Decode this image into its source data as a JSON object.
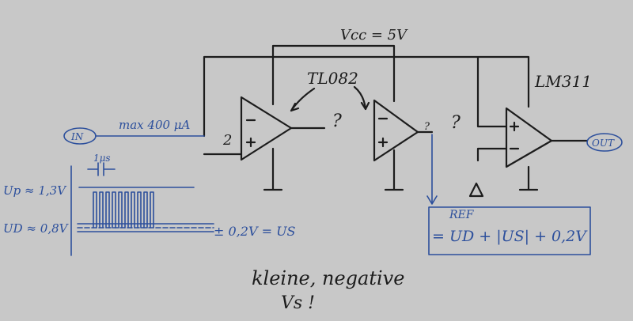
{
  "labels": {
    "vcc": "Vcc = 5V",
    "opamp_name": "TL082",
    "comparator_name": "LM311",
    "in_terminal": "IN",
    "out_terminal": "OUT",
    "input_current": "max 400 μA",
    "gain": "2",
    "question_1": "?",
    "question_2": "?",
    "question_3": "?",
    "pulse_width": "1μs",
    "up_level": "Up ≈ 1,3V",
    "ud_level": "UD ≈ 0,8V",
    "us_level": "± 0,2V = US",
    "ref_label": "REF",
    "ref_formula": "= UD + |US| + 0,2V",
    "note_line1": "kleine, negative",
    "note_line2": "Vs !"
  },
  "colors": {
    "paper": "#c8c8c8",
    "ink_black": "#1c1c1c",
    "ink_blue": "#2c4f9c"
  }
}
